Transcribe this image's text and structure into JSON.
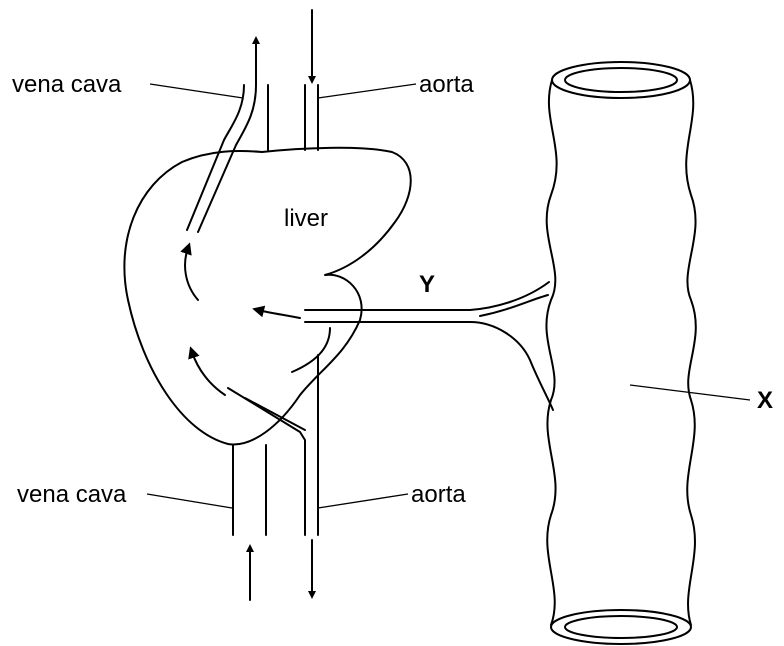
{
  "labels": {
    "vena_cava_top": "vena cava",
    "aorta_top": "aorta",
    "liver": "liver",
    "y": "Y",
    "x": "X",
    "vena_cava_bottom": "vena cava",
    "aorta_bottom": "aorta"
  }
}
